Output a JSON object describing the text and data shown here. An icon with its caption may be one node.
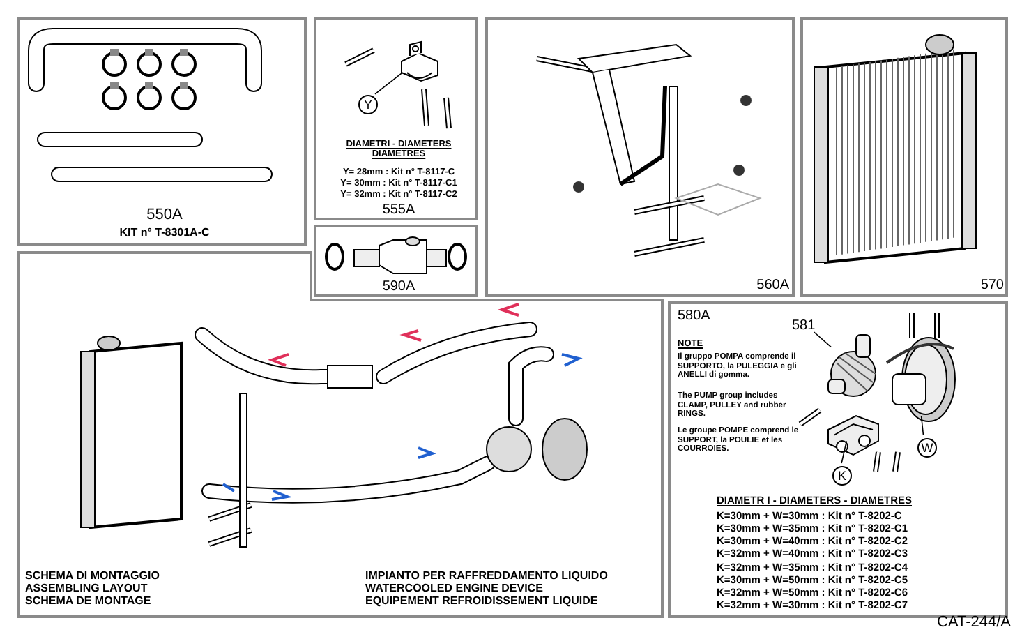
{
  "diagram": {
    "nodes": [
      {
        "text": [
          "550A",
          "KIT n° T-8301A-C"
        ]
      },
      {
        "text": [
          "DIAMETRI - DIAMETERS DIAMETRES",
          "Y= 28mm : Kit n° T-8117-C",
          "Y= 30mm : Kit n° T-8117-C1",
          "Y= 32mm : Kit n° T-8117-C2",
          "555A"
        ]
      },
      {
        "text": [
          "590A"
        ]
      },
      {
        "text": [
          "560A"
        ]
      },
      {
        "text": [
          "570"
        ]
      },
      {
        "text": [
          "SCHEMA DI MONTAGGIO ASSEMBLING LAYOUT SCHEMA DE MONTAGE",
          "IMPIANTO PER RAFFREDDAMENTO LIQUIDO WATERCOOLED ENGINE DEVICE EQUIPEMENT REFROIDISSEMENT LIQUIDE"
        ]
      },
      {
        "text": [
          "580A",
          "NOTE",
          "Il gruppo POMPA comprende il SUPPORTO, la PULEGGIA e gli ANELLI di gomma.",
          "The PUMP group includes CLAMP, PULLEY and rubber RINGS.",
          "Le groupe POMPE comprend le SUPPORT, la POULIE et les COURROIES.",
          "DIAMETR I - DIAMETERS - DIAMETRES",
          "K=30mm + W=30mm : Kit n° T-8202-C",
          "K=30mm + W=35mm : Kit n° T-8202-C1",
          "K=30mm + W=40mm : Kit n° T-8202-C2",
          "K=32mm + W=40mm : Kit n° T-8202-C3",
          "K=32mm + W=35mm : Kit n° T-8202-C4",
          "K=30mm + W=50mm : Kit n° T-8202-C5",
          "K=32mm + W=50mm : Kit n° T-8202-C6",
          "K=32mm + W=30mm : Kit n° T-8202-C7"
        ]
      },
      {
        "text": [
          "Y"
        ],
        "in": 1
      },
      {
        "text": [],
        "shape": "picture",
        "in": 1
      },
      {
        "text": [
          "581"
        ],
        "in": 6
      },
      {
        "text": [],
        "shape": "picture",
        "in": 6
      },
      {
        "text": [
          "K"
        ],
        "in": 6
      },
      {
        "text": [],
        "shape": "picture",
        "in": 6
      },
      {
        "text": [
          "W"
        ],
        "in": 6
      },
      {
        "text": [],
        "shape": "picture",
        "in": 6
      }
    ],
    "edges": [
      {
        "from": 7,
        "to": 8,
        "arrow": "none"
      },
      {
        "from": 9,
        "to": 10,
        "arrow": "none"
      },
      {
        "from": 11,
        "to": 12,
        "arrow": "none"
      },
      {
        "from": 13,
        "to": 14,
        "arrow": "none"
      }
    ],
    "labels": [
      "CAT-244/A"
    ]
  }
}
